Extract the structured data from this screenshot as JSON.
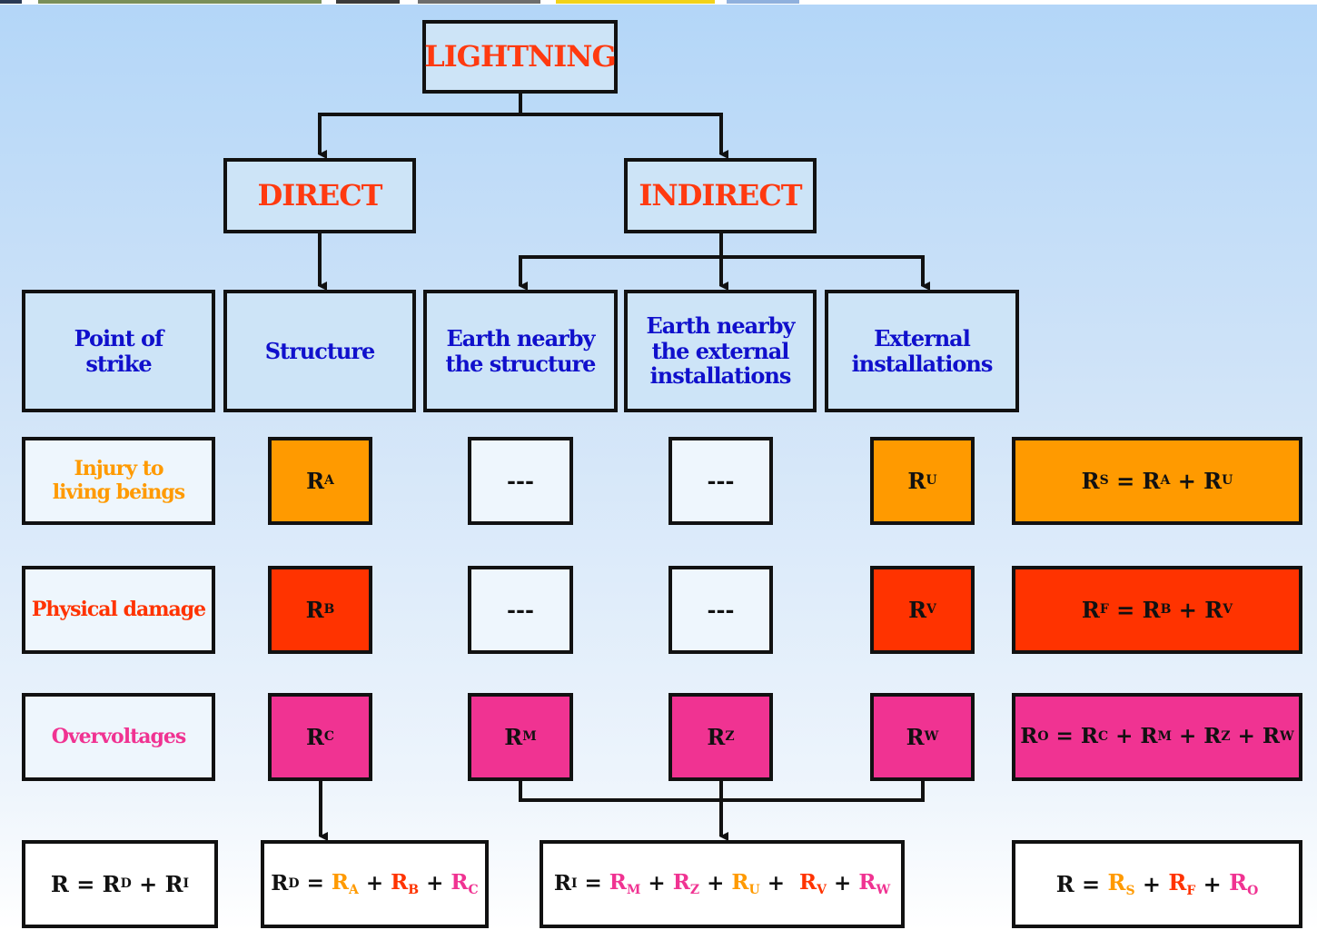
{
  "root": "LIGHTNING",
  "branches": {
    "direct": "DIRECT",
    "indirect": "INDIRECT"
  },
  "columns": {
    "point_of_strike": [
      "Point of",
      "strike"
    ],
    "structure": "Structure",
    "earth_structure": [
      "Earth nearby",
      "the structure"
    ],
    "earth_installations": [
      "Earth nearby",
      "the external",
      "installations"
    ],
    "external_installations": [
      "External",
      "installations"
    ]
  },
  "rows": {
    "injury": [
      "Injury to",
      "living beings"
    ],
    "physical": "Physical damage",
    "overvoltages": "Overvoltages"
  },
  "empty_cell": "---",
  "colors": {
    "orange": "#ff9a00",
    "red": "#ff3300",
    "pink": "#f03392",
    "title": "#ff3a10",
    "category": "#1010cc"
  }
}
